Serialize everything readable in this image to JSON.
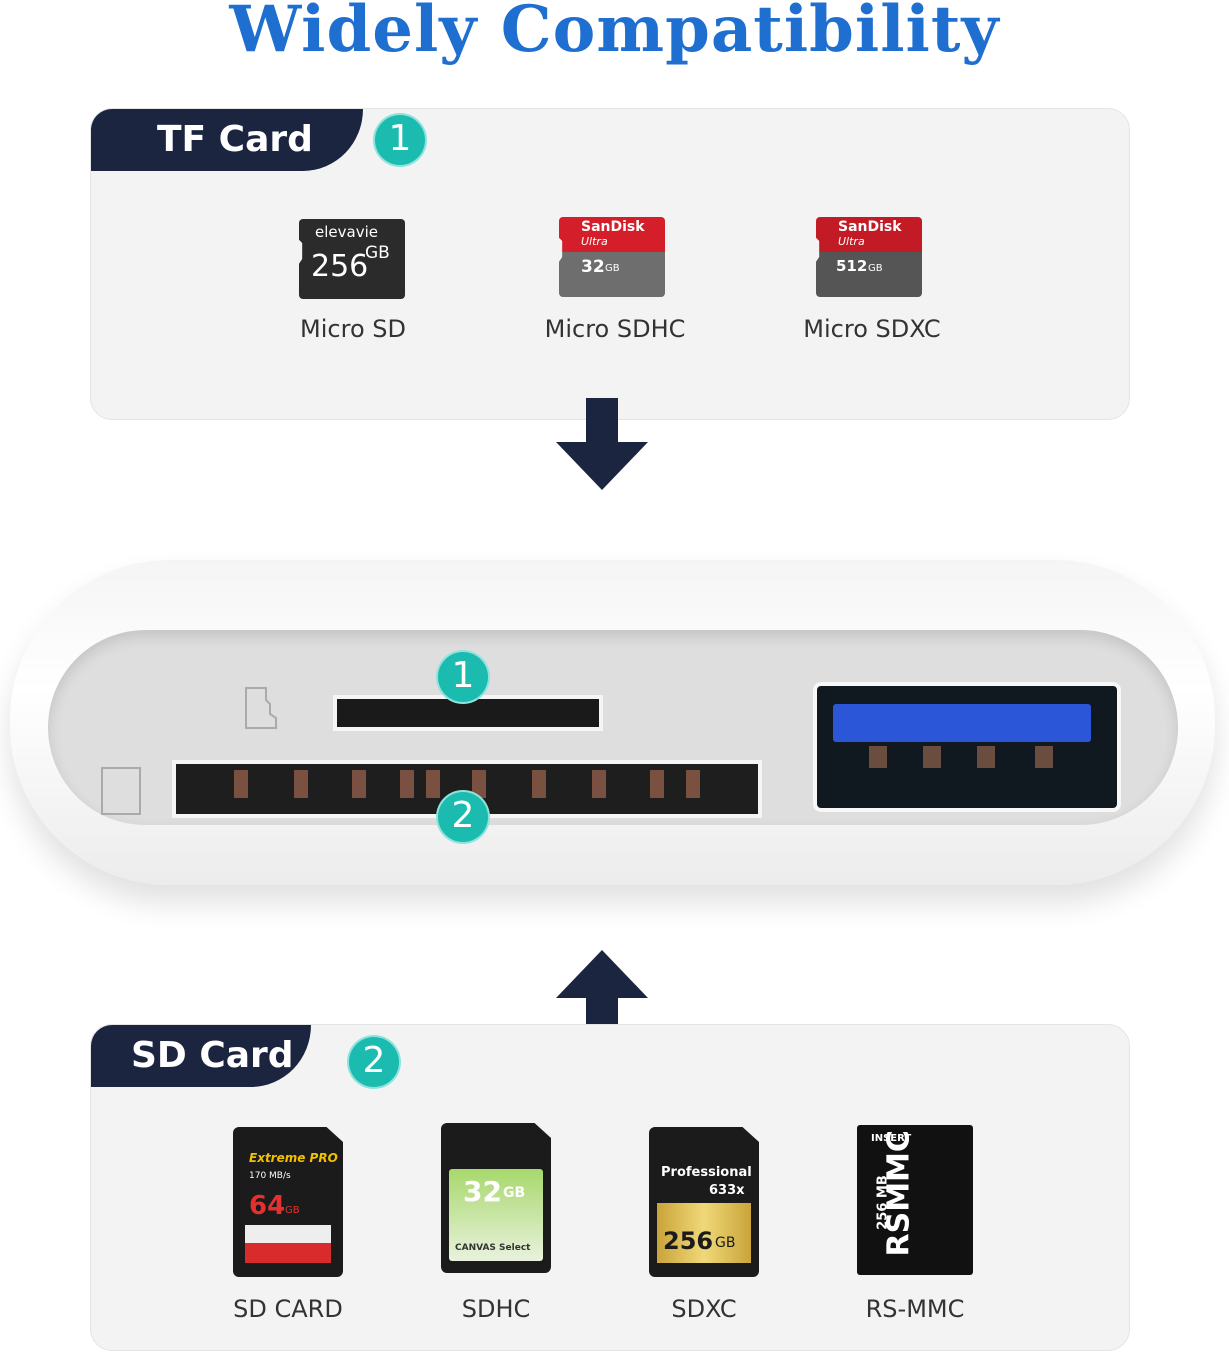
{
  "title": "Widely Compatibility",
  "tf_section": {
    "tag": "TF Card",
    "badge": "1",
    "cards": [
      {
        "label": "Micro SD",
        "brand": "elevavie",
        "capacity": "256",
        "unit": "GB"
      },
      {
        "label": "Micro SDHC",
        "brand": "SanDisk",
        "sub": "Ultra",
        "capacity": "32",
        "unit": "GB"
      },
      {
        "label": "Micro SDXC",
        "brand": "SanDisk",
        "sub": "Ultra",
        "capacity": "512",
        "unit": "GB"
      }
    ]
  },
  "device": {
    "slot1_badge": "1",
    "slot2_badge": "2"
  },
  "sd_section": {
    "tag": "SD Card",
    "badge": "2",
    "cards": [
      {
        "label": "SD CARD",
        "line1": "Extreme PRO",
        "line2": "170 MB/s",
        "capacity": "64",
        "unit": "GB"
      },
      {
        "label": "SDHC",
        "capacity": "32",
        "unit": "GB",
        "line2": "CANVAS Select"
      },
      {
        "label": "SDXC",
        "line1": "Professional",
        "line2": "633x",
        "capacity": "256",
        "unit": "GB"
      },
      {
        "label": "RS-MMC",
        "line1": "INSERT",
        "capacity": "RSMMC",
        "unit": "256 MB"
      }
    ]
  },
  "colors": {
    "title": "#1f6fd1",
    "tag_bg": "#1c2540",
    "badge": "#1bbbb0",
    "usb_blue": "#2b56d8"
  },
  "icons": [
    "arrow-down-icon",
    "arrow-up-icon",
    "microsd-slot-icon",
    "sd-slot-icon"
  ]
}
